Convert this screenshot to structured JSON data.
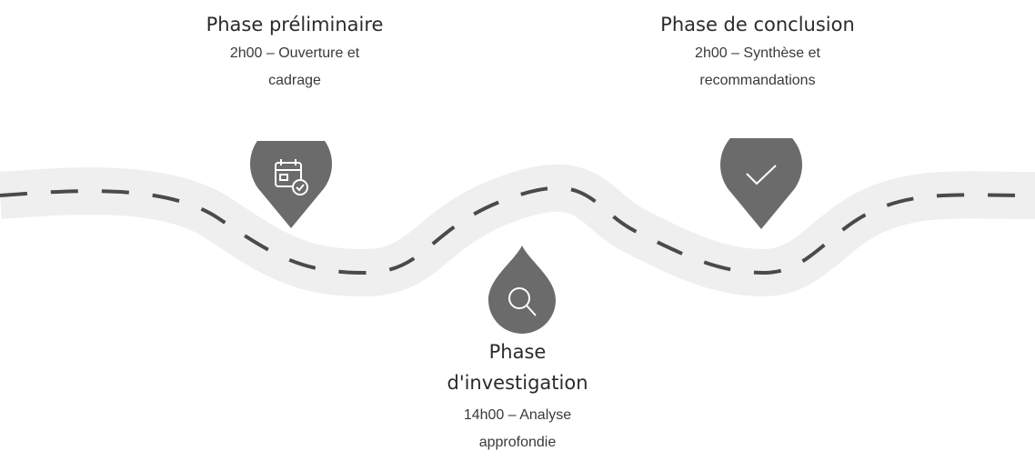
{
  "phases": [
    {
      "title": "Phase préliminaire",
      "desc_line1": "2h00 – Ouverture et",
      "desc_line2": "cadrage",
      "icon": "calendar-check-icon"
    },
    {
      "title": "Phase de conclusion",
      "desc_line1": "2h00 – Synthèse et",
      "desc_line2": "recommandations",
      "icon": "checkmark-icon"
    },
    {
      "title_line1": "Phase",
      "title_line2": "d'investigation",
      "desc_line1": "14h00 – Analyse",
      "desc_line2": "approfondie",
      "icon": "magnifier-icon"
    }
  ],
  "colors": {
    "road": "#efefef",
    "road_dash": "#4a4a4a",
    "pin": "#6b6b6b",
    "icon": "#ffffff"
  }
}
